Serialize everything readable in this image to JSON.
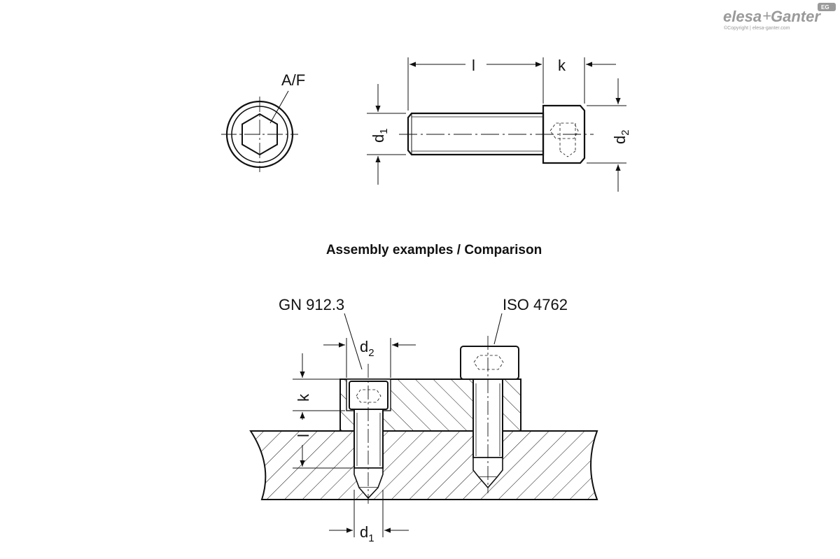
{
  "logo": {
    "brand_a": "elesa",
    "plus": "+",
    "brand_b": "Ganter",
    "copyright": "©Copyright | elesa-ganter.com",
    "badge": "EG"
  },
  "top_view": {
    "af_label": "A/F",
    "l_label": "l",
    "k_label": "k",
    "d1_base": "d",
    "d1_sub": "1",
    "d2_base": "d",
    "d2_sub": "2"
  },
  "section_heading": "Assembly examples / Comparison",
  "assembly": {
    "gn_label": "GN 912.3",
    "iso_label": "ISO 4762",
    "d2_base": "d",
    "d2_sub": "2",
    "k_label": "k",
    "l_label": "l",
    "d1_base": "d",
    "d1_sub": "1"
  },
  "colors": {
    "line": "#111111",
    "logo": "#9a9a9a"
  }
}
